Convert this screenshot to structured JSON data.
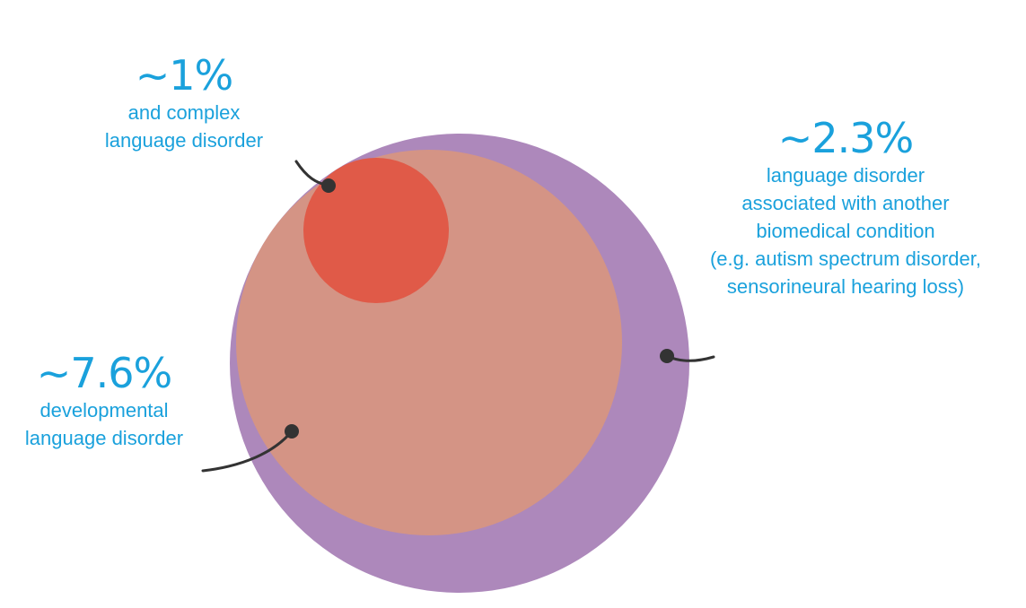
{
  "colors": {
    "text_accent": "#1aa1dc",
    "outer_circle": "#ad88bb",
    "middle_circle": "#d49485",
    "inner_circle": "#e05a48",
    "pointer": "#333333"
  },
  "labels": {
    "complex": {
      "percent": "~1%",
      "lines": [
        "and complex",
        "language disorder"
      ]
    },
    "biomedical": {
      "percent": "~2.3%",
      "lines": [
        "language disorder",
        "associated with another",
        "biomedical condition",
        "(e.g. autism  spectrum disorder,",
        "sensorineural hearing loss)"
      ]
    },
    "developmental": {
      "percent": "~7.6%",
      "lines": [
        "developmental",
        "language disorder"
      ]
    }
  }
}
